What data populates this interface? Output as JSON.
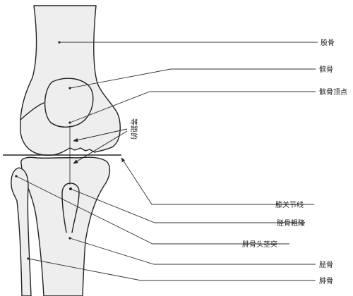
{
  "labels": {
    "femur": "股骨",
    "patella": "髌骨",
    "patella_apex": "髌骨顶点",
    "knee_joint_line": "膝关节线",
    "tibial_tuberosity": "胫骨粗隆",
    "fibular_head_styloid": "腓骨头茎突",
    "tibia": "胫骨",
    "fibula": "腓骨"
  },
  "annotation": {
    "equidistant": "等距的"
  }
}
